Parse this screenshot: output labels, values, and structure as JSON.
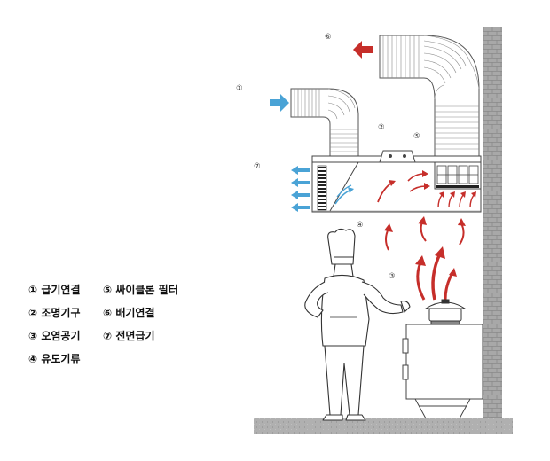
{
  "callouts": {
    "c1": "①",
    "c2": "②",
    "c3": "③",
    "c4": "④",
    "c5": "⑤",
    "c6": "⑥",
    "c7": "⑦"
  },
  "legend": [
    {
      "label": "① 급기연결"
    },
    {
      "label": "⑤ 싸이클론 필터"
    },
    {
      "label": "② 조명기구"
    },
    {
      "label": "⑥ 배기연결"
    },
    {
      "label": "③ 오염공기"
    },
    {
      "label": "⑦ 전면급기"
    },
    {
      "label": "④ 유도기류"
    }
  ],
  "colors": {
    "supply_arrow": "#4aa3d6",
    "exhaust_arrow": "#c62e2a",
    "duct_line": "#555555",
    "wall": "#9a9a9a",
    "floor": "#a3a3a3"
  },
  "icons": {
    "chef": "chef-figure",
    "pot": "cooking-pot",
    "stove": "stove-cabinet",
    "filter": "cyclone-filter",
    "light": "lighting-fixture"
  }
}
